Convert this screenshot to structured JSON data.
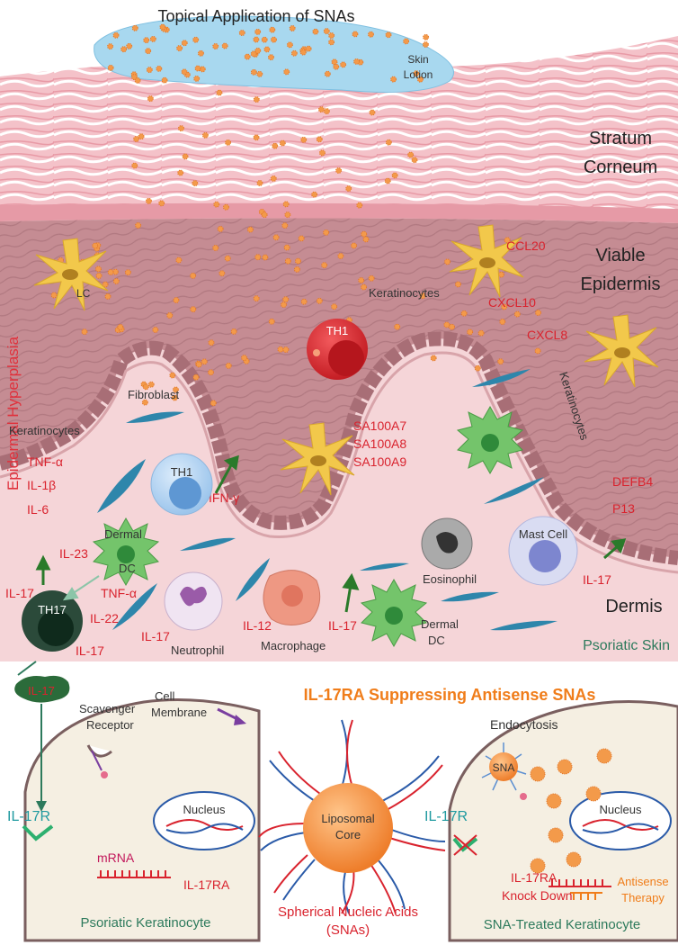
{
  "title": "Topical Application of SNAs",
  "skin_lotion": [
    "Skin",
    "Lotion"
  ],
  "layers": {
    "stratum_corneum": [
      "Stratum",
      "Corneum"
    ],
    "viable_epidermis": [
      "Viable",
      "Epidermis"
    ],
    "dermis": "Dermis",
    "psoriatic_skin": "Psoriatic Skin"
  },
  "side_label": "Epidermal Hyperplasia",
  "cells": {
    "lc": "LC",
    "keratinocytes_top": "Keratinocytes",
    "keratinocytes_left": "Keratinocytes",
    "keratinocytes_right": "Keratinocytes",
    "th1_top": "TH1",
    "th1_low": "TH1",
    "th17": "TH17",
    "fibroblast": "Fibroblast",
    "dermal_dc_left": [
      "Dermal",
      "DC"
    ],
    "dermal_dc_right": [
      "Dermal",
      "DC"
    ],
    "neutrophil": "Neutrophil",
    "macrophage": "Macrophage",
    "eosinophil": "Eosinophil",
    "mast_cell": "Mast Cell"
  },
  "cytokines": {
    "ccl20": "CCL20",
    "cxcl10": "CXCL10",
    "cxcl8": "CXCL8",
    "sa100a7": "SA100A7",
    "sa100a8": "SA100A8",
    "sa100a9": "SA100A9",
    "tnf_a_left": "TNF-α",
    "il_1b": "IL-1β",
    "il_6": "IL-6",
    "ifn_g": "IFN-γ",
    "il_23": "IL-23",
    "tnf_a_dc": "TNF-α",
    "il_17_a": "IL-17",
    "il_22": "IL-22",
    "il_17_b": "IL-17",
    "il_17_neutrophil": "IL-17",
    "il_12": "IL-12",
    "il_17_macrophage": "IL-17",
    "defb4": "DEFB4",
    "p13": "P13",
    "il_17_mast": "IL-17"
  },
  "bottom": {
    "il17_blob": "IL-17",
    "cell_membrane": [
      "Cell",
      "Membrane"
    ],
    "suppress_title": "IL-17RA Suppressing Antisense SNAs",
    "scavenger": [
      "Scavenger",
      "Receptor"
    ],
    "il17r_left": "IL-17R",
    "il17r_right": "IL-17R",
    "nucleus_left": "Nucleus",
    "nucleus_right": "Nucleus",
    "mrna": "mRNA",
    "il17ra_left": "IL-17RA",
    "psoriatic_keratinocyte": "Psoriatic Keratinocyte",
    "liposomal_core": [
      "Liposomal",
      "Core"
    ],
    "sna_caption": [
      "Spherical Nucleic Acids",
      "(SNAs)"
    ],
    "endocytosis": "Endocytosis",
    "sna_small": "SNA",
    "knock_down": [
      "IL-17RA",
      "Knock Down"
    ],
    "antisense": [
      "Antisense",
      "Therapy"
    ],
    "sna_treated": "SNA-Treated Keratinocyte"
  },
  "colors": {
    "red_text": "#d9232e",
    "green_text": "#2d7a5c",
    "orange_title": "#f07d1a",
    "lotion": "#9fd3ec",
    "epidermis": "#c98f96",
    "dermis": "#f3d3d6",
    "stratum": "#f1b8c0",
    "sna_orange": "#f39a4a"
  }
}
